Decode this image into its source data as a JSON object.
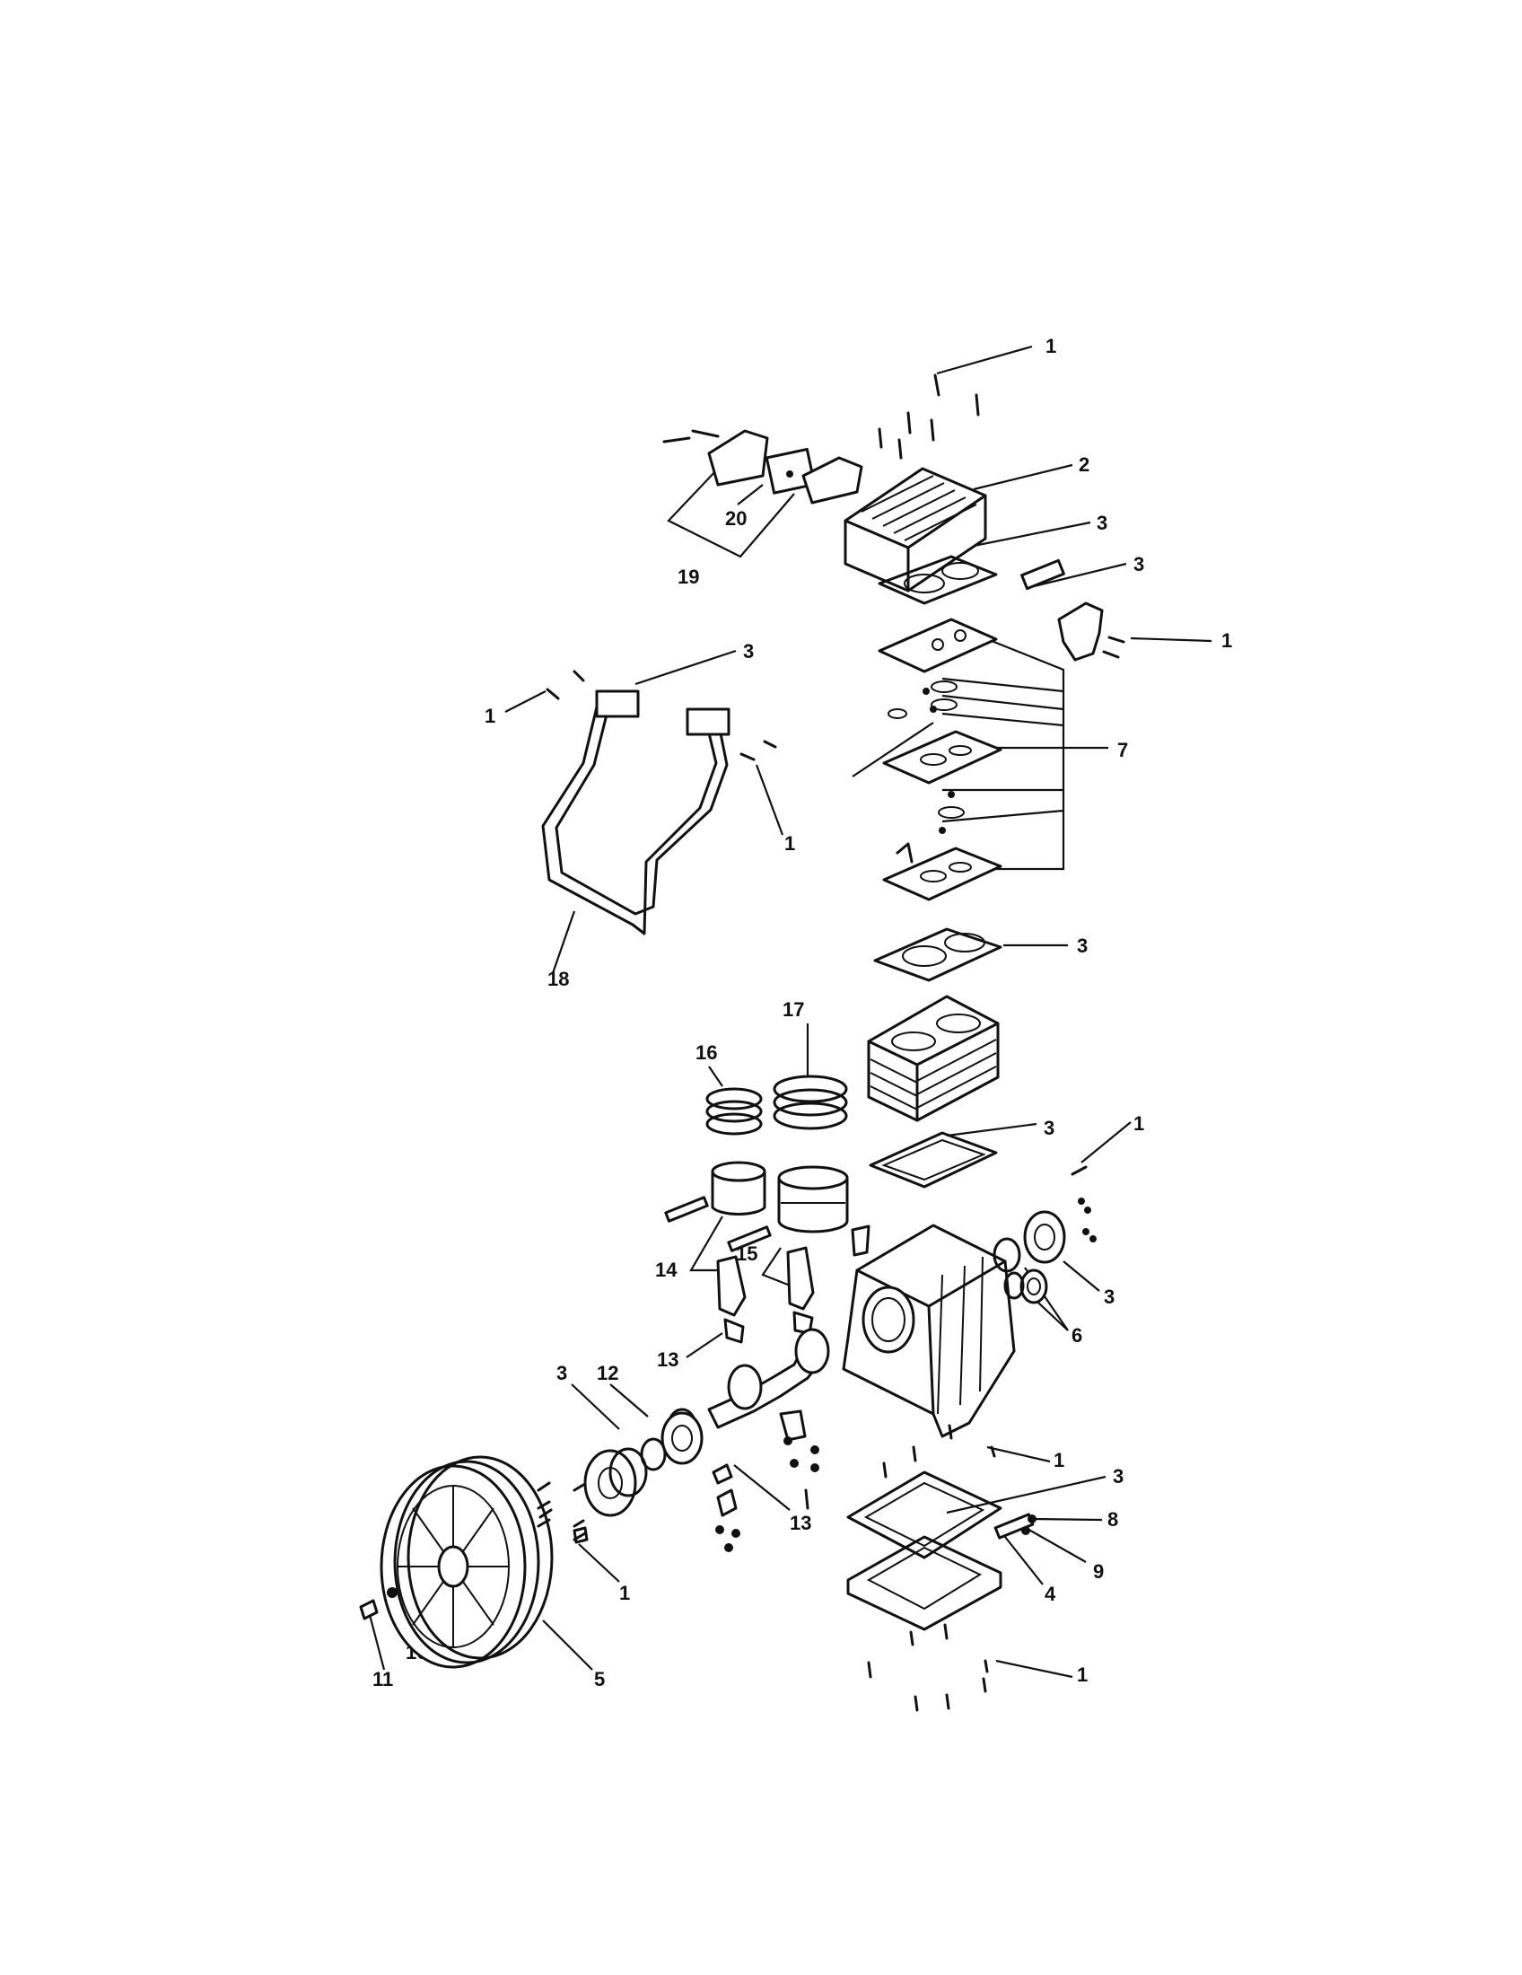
{
  "diagram": {
    "colors": {
      "ink": "#111111",
      "paper": "#ffffff"
    },
    "callouts": [
      {
        "id": "c1a",
        "text": "1"
      },
      {
        "id": "c2",
        "text": "2"
      },
      {
        "id": "c3a",
        "text": "3"
      },
      {
        "id": "c3b",
        "text": "3"
      },
      {
        "id": "c20",
        "text": "20"
      },
      {
        "id": "c19",
        "text": "19"
      },
      {
        "id": "c1b",
        "text": "1"
      },
      {
        "id": "c3c",
        "text": "3"
      },
      {
        "id": "c1c",
        "text": "1"
      },
      {
        "id": "c1d",
        "text": "1"
      },
      {
        "id": "c7",
        "text": "7"
      },
      {
        "id": "c3d",
        "text": "3"
      },
      {
        "id": "c18",
        "text": "18"
      },
      {
        "id": "c17",
        "text": "17"
      },
      {
        "id": "c16",
        "text": "16"
      },
      {
        "id": "c3e",
        "text": "3"
      },
      {
        "id": "c1e",
        "text": "1"
      },
      {
        "id": "c14",
        "text": "14"
      },
      {
        "id": "c15",
        "text": "15"
      },
      {
        "id": "c3f",
        "text": "3"
      },
      {
        "id": "c6",
        "text": "6"
      },
      {
        "id": "c13a",
        "text": "13"
      },
      {
        "id": "c3g",
        "text": "3"
      },
      {
        "id": "c12",
        "text": "12"
      },
      {
        "id": "c1f",
        "text": "1"
      },
      {
        "id": "c3h",
        "text": "3"
      },
      {
        "id": "c8",
        "text": "8"
      },
      {
        "id": "c13b",
        "text": "13"
      },
      {
        "id": "c9",
        "text": "9"
      },
      {
        "id": "c4",
        "text": "4"
      },
      {
        "id": "c1g",
        "text": "1"
      },
      {
        "id": "c10",
        "text": "10"
      },
      {
        "id": "c11",
        "text": "11"
      },
      {
        "id": "c5",
        "text": "5"
      },
      {
        "id": "c1h",
        "text": "1"
      }
    ]
  }
}
